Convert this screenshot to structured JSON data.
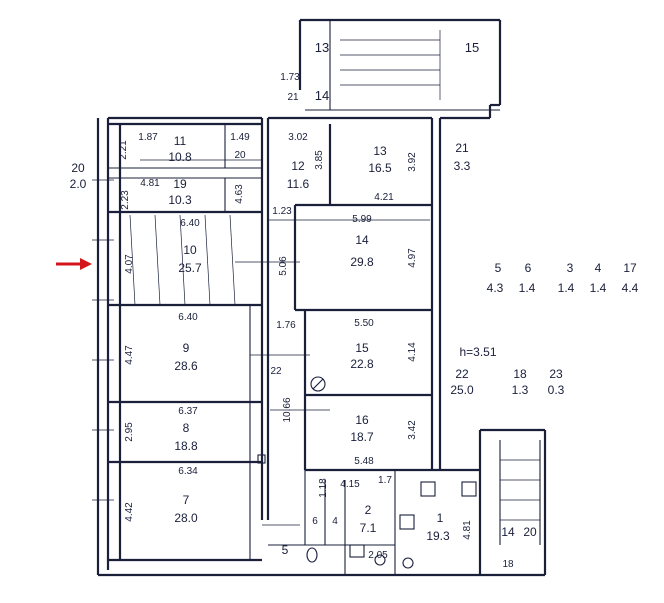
{
  "colors": {
    "ink": "#1a1f3a",
    "arrow": "#d4161c",
    "paper": "#ffffff"
  },
  "icons": {
    "entrance": "arrow-right-icon",
    "stove": "stove-icon",
    "toilet": "toilet-icon",
    "sink": "sink-icon",
    "ventilation": "circle-slash-icon"
  },
  "labels": {
    "r13": "13",
    "r15": "15",
    "r14s": "14",
    "d173": "1.73",
    "d21": "21",
    "d187": "1.87",
    "r11": "11",
    "a11": "10.8",
    "d149": "1.49",
    "r20": "20",
    "d302": "3.02",
    "r12": "12",
    "a12": "11.6",
    "d385": "3.85",
    "r13b": "13",
    "a13": "16.5",
    "d392": "3.92",
    "d421": "4.21",
    "r21": "21",
    "a21": "3.3",
    "d481": "4.81",
    "r19": "19",
    "a19": "10.3",
    "d463": "4.63",
    "d223": "2.23",
    "d221": "2.21",
    "r20l": "20",
    "a20l": "2.0",
    "d640a": "6.40",
    "r10": "10",
    "a10": "25.7",
    "d407": "4.07",
    "d506": "5.06",
    "d123": "1.23",
    "d599": "5.99",
    "r14": "14",
    "a14": "29.8",
    "d497": "4.97",
    "s5": "5",
    "s6": "6",
    "s3": "3",
    "s4": "4",
    "s17": "17",
    "sa5": "4.3",
    "sa6": "1.4",
    "sa3": "1.4",
    "sa4": "1.4",
    "sa17": "4.4",
    "d640b": "6.40",
    "d176": "1.76",
    "d550": "5.50",
    "r9": "9",
    "a9": "28.6",
    "d447": "4.47",
    "a15": "22.8",
    "d414": "4.14",
    "h": "h=3.51",
    "r22": "22",
    "a22": "25.0",
    "r18": "18",
    "a18": "1.3",
    "r23": "23",
    "a23": "0.3",
    "d22": "22",
    "d1066": "10.66",
    "d637": "6.37",
    "r8": "8",
    "a8": "18.8",
    "d295": "2.95",
    "r16": "16",
    "a16": "18.7",
    "d342": "3.42",
    "d548": "5.48",
    "d634": "6.34",
    "r7": "7",
    "a7": "28.0",
    "d442": "4.42",
    "d415": "4.15",
    "d17": "1.7",
    "d118": "1.18",
    "r6": "6",
    "r4": "4",
    "r2": "2",
    "a2": "7.1",
    "r5": "5",
    "d205": "2.05",
    "r1": "1",
    "a1": "19.3",
    "d481b": "4.81",
    "r14b": "14",
    "r20b": "20",
    "r18b": "18"
  }
}
